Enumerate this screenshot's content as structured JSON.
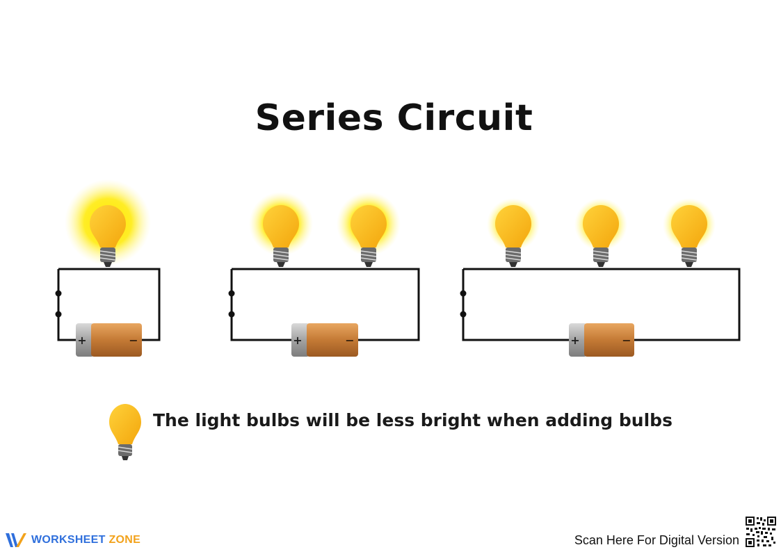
{
  "title": "Series Circuit",
  "caption": "The light bulbs will be less bright when adding bulbs",
  "battery": {
    "plus": "+",
    "minus": "−"
  },
  "circuits": [
    {
      "bulbs": 1
    },
    {
      "bulbs": 2
    },
    {
      "bulbs": 3
    }
  ],
  "footer": {
    "logo_word1": "WORKSHEET",
    "logo_word2": "ZONE",
    "scan_text": "Scan Here For Digital Version"
  },
  "colors": {
    "bulb": "#fbbd16",
    "glow": "#ffe600",
    "wire": "#111111",
    "battery_body": "#c77f3a",
    "battery_cap": "#a8a8a8",
    "brand_blue": "#2f6fdc",
    "brand_orange": "#f2a21b"
  }
}
